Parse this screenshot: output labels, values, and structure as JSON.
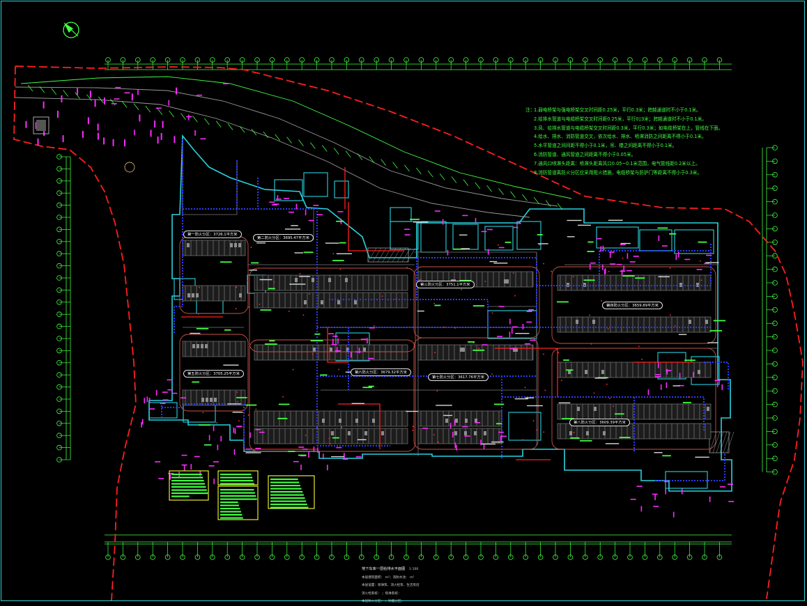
{
  "drawing": {
    "title": "地下车库一层给排水平面图",
    "scale": "1:100",
    "title_block_lines": [
      "本层建筑面积：    m²；消防水池：    m²",
      "本层设置：喷淋泵、消火栓泵、生活泵房",
      "消火栓系统：    ；喷淋系统：    ",
      "本层防火分区：    ；防烟分区：    "
    ]
  },
  "notes": {
    "title": "注：",
    "lines": [
      "1.弱电桥架与强电桥架交叉时间距0.25米，平行0.3米；跨越通道时不小于0.1米。",
      "2.给排水管道与电缆桥架交叉时间距0.25米，平行0▯3米；跨越通道时不小于0.1米。",
      "3.风、给排水管道与电缆桥架交叉时间距0.3米，平行0.3米；如电缆桥架在上，管线在下面。",
      "4.给水、排水、消防管道交叉，依次给水、排水、喷淋消防之间距离不得小于0.1米。",
      "5.水平管道之间间距不得小于0.1米，吊、楼之间距离不得小于0.1米。",
      "6.消防管道、通风管道之间距离不得小于0.05米。",
      "7.通风口喷淋头距离：喷淋头距离风口0.05~0.1米范围，电气管线距0.2米以上。",
      "8.消防管道离防火分区应采用阻火措施，电缆桥架与防护门等距离不得小于0.3米。"
    ]
  },
  "room_labels": [
    "第一防火分区：3726.1平方米",
    "第二防火分区：3695.47平方米",
    "第三防火分区：3751.1平方米",
    "第四防火分区：3659.89平方米",
    "第五防火分区：3705.25平方米",
    "第六防火分区：3679.32平方米",
    "第七防火分区：3617.76平方米",
    "第八防火分区：3609.39平方米"
  ],
  "colors": {
    "background": "#000000",
    "grid_axis": "#43ff43",
    "wall": "#29d4e0",
    "fire_pipe": "#2d3cff",
    "pipe_red": "#ff2020",
    "fixture": "#ff2bff",
    "site_boundary": "#ff1f1f",
    "parking": "#8c8c8c",
    "road": "#c8534a",
    "text_green": "#43ff43",
    "text_white": "#e6e6e6",
    "legend_border": "#ffff33"
  },
  "icons": [
    "north-arrow-icon"
  ]
}
